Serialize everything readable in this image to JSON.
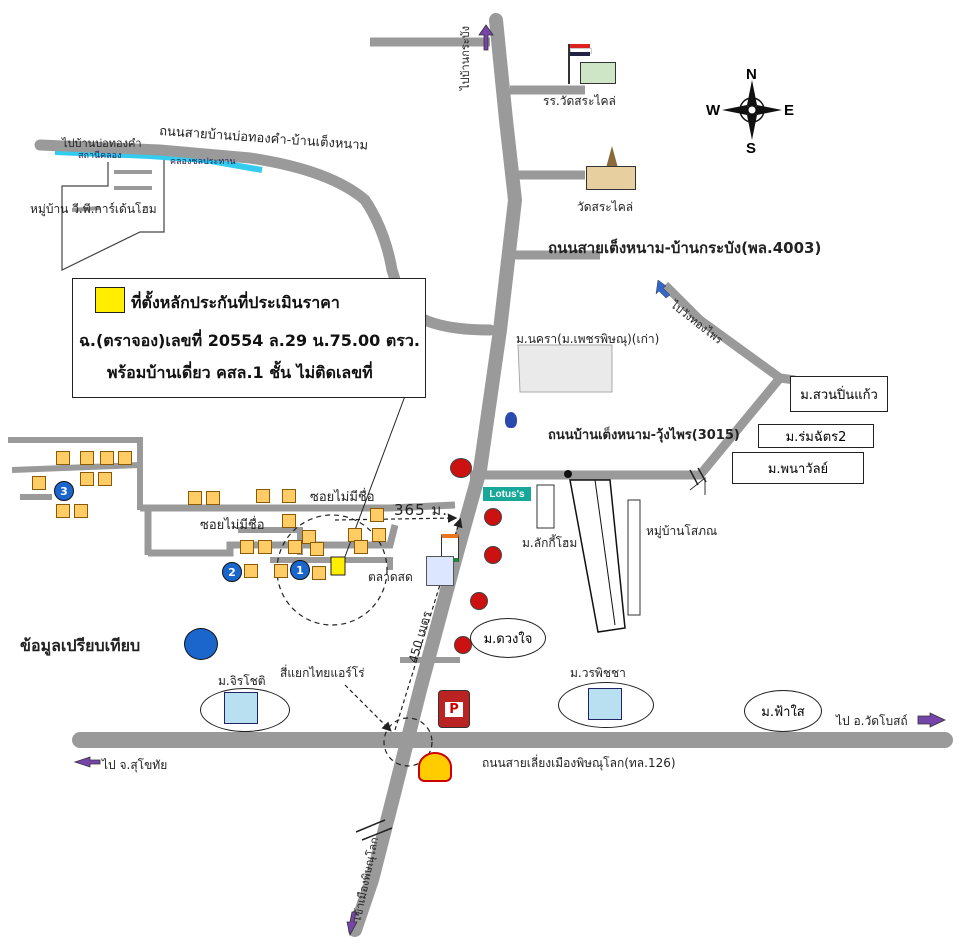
{
  "compass": {
    "north": "N",
    "south": "S",
    "east": "E",
    "west": "W"
  },
  "roads": {
    "main_vertical_north": "ไปบ้านกระบัง",
    "main_vertical_south": "เข้าเมืองพิษณุโลก",
    "top_road": "ถนนสายบ้านบ่อทองคำ-บ้านเต็งหนาม",
    "top_left_small_1": "ไปบ้านบ่อทองคำ",
    "top_left_small_2": "สถานีคลอง",
    "top_left_small_3": "คลองชลประทาน",
    "route_4003": "ถนนสายเต็งหนาม-บ้านกระบัง(พล.4003)",
    "route_3015": "ถนนบ้านเต็งหนาม-วุ้งไพร(3015)",
    "route_3015_branch": "ไปวังทองไพร",
    "route_126": "ถนนสายเลี่ยงเมืองพิษณุโลก(ทล.126)",
    "to_sukhothai": "ไป จ.สุโขทัย",
    "to_watbot": "ไป อ.วัดโบสถ์",
    "soi_upper": "ซอยไม่มีชื่อ",
    "soi_lower": "ซอยไม่มีชื่อ",
    "distance_365": "365 ม.",
    "distance_450": "450 เมตร",
    "intersection": "สี่แยกไทยแอร์โร่"
  },
  "places": {
    "school": "รร.วัดสระไคล่",
    "temple": "วัดสระไคล่",
    "village_wp": "หมู่บ้าน วี.พี.การ์เด้นโฮม",
    "nakhara": "ม.นครา(ม.เพชรพิษณุ)(เก่า)",
    "suanpuenkaew": "ม.สวนปิ่นแก้ว",
    "rommatchat": "ม.ร่มฉัตร2",
    "phanawan": "ม.พนาวัลย์",
    "lucky_home": "ม.ลักกี้โฮม",
    "village_sopon": "หมู่บ้านโสภณ",
    "lotus": "Lotus's",
    "market": "ตลาดสด",
    "duangjai": "ม.ดวงใจ",
    "jirachot": "ม.จิรโชติ",
    "worapitcha": "ม.วรพิชชา",
    "fasai": "ม.ฟ้าใส",
    "parking": "P"
  },
  "callout": {
    "line1": "ที่ตั้งหลักประกันที่ประเมินราคา",
    "line2": "ฉ.(ตราจอง)เลขที่ 20554 ล.29 น.75.00 ตรว.",
    "line3": "พร้อมบ้านเดี่ยว คสล.1 ชั้น ไม่ติดเลขที่"
  },
  "legend": {
    "comparison": "ข้อมูลเปรียบเทียบ"
  },
  "markers": [
    "1",
    "2",
    "3"
  ],
  "colors": {
    "road": "#999999",
    "water": "#33ccee",
    "property": "#ffee00",
    "comparison_dot": "#1a66cc",
    "arrow_purple": "#7744aa",
    "ptt_red": "#cc1111",
    "house": "#cc8800"
  }
}
